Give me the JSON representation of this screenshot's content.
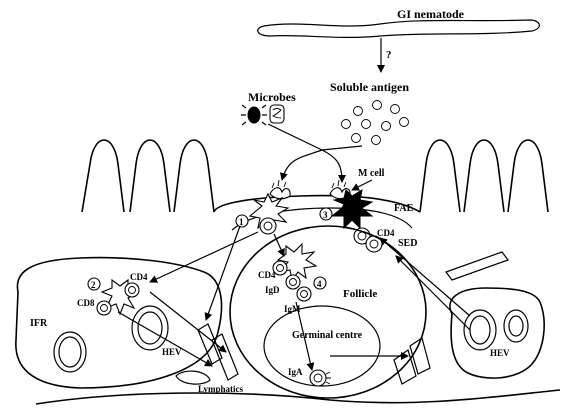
{
  "labels": {
    "nematode": "GI nematode",
    "question": "?",
    "soluble_antigen": "Soluble antigen",
    "microbes": "Microbes",
    "m_cell": "M cell",
    "fae": "FAE",
    "sed": "SED",
    "cd4_sed": "CD4",
    "step1": "1",
    "step2": "2",
    "step3": "3",
    "step4": "4",
    "ifr": "IFR",
    "cd4_ifr": "CD4",
    "cd8": "CD8",
    "hev_left": "HEV",
    "hev_right": "HEV",
    "lymphatics": "Lymphatics",
    "follicle": "Follicle",
    "cd4_follicle": "CD4",
    "igd": "IgD",
    "igm": "IgM",
    "germinal_centre": "Germinal centre",
    "iga": "IgA"
  }
}
